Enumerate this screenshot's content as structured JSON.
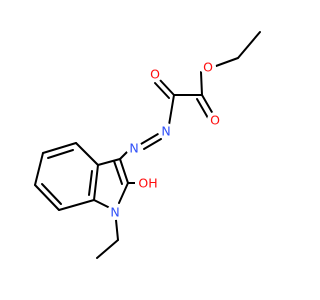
{
  "molecule": {
    "atoms": {
      "o_ester_single": {
        "label": "O",
        "color": "#ff0d0d"
      },
      "o_ester_carbonyl": {
        "label": "O",
        "color": "#ff0d0d"
      },
      "o_keto": {
        "label": "O",
        "color": "#ff0d0d"
      },
      "n_azo_1": {
        "label": "N",
        "color": "#3050f8"
      },
      "n_azo_2": {
        "label": "N",
        "color": "#3050f8"
      },
      "n_ring": {
        "label": "N",
        "color": "#3050f8"
      },
      "oh_hydroxyl": {
        "label": "OH",
        "color": "#ff0d0d"
      }
    },
    "bond_color": "#000000"
  }
}
